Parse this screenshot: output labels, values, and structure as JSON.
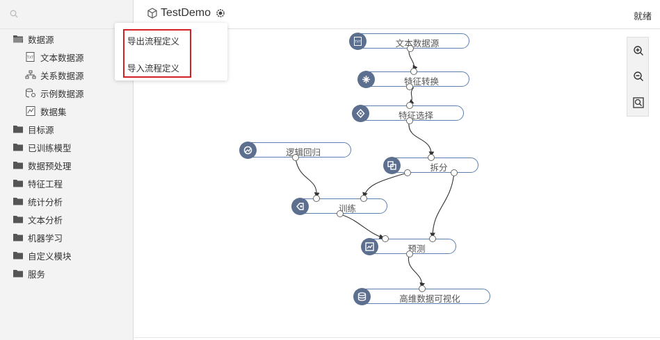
{
  "search": {
    "placeholder": "",
    "icon": "search-icon"
  },
  "sidebar": {
    "items": [
      {
        "label": "数据源",
        "icon": "folder-open-icon",
        "level": 0
      },
      {
        "label": "文本数据源",
        "icon": "txt-file-icon",
        "level": 1
      },
      {
        "label": "关系数据源",
        "icon": "relation-icon",
        "level": 1
      },
      {
        "label": "示例数据源",
        "icon": "sample-db-icon",
        "level": 1
      },
      {
        "label": "数据集",
        "icon": "chart-icon",
        "level": 1
      },
      {
        "label": "目标源",
        "icon": "folder-icon",
        "level": 0
      },
      {
        "label": "已训练模型",
        "icon": "folder-icon",
        "level": 0
      },
      {
        "label": "数据预处理",
        "icon": "folder-icon",
        "level": 0
      },
      {
        "label": "特征工程",
        "icon": "folder-icon",
        "level": 0
      },
      {
        "label": "统计分析",
        "icon": "folder-icon",
        "level": 0
      },
      {
        "label": "文本分析",
        "icon": "folder-icon",
        "level": 0
      },
      {
        "label": "机器学习",
        "icon": "folder-icon",
        "level": 0
      },
      {
        "label": "自定义模块",
        "icon": "folder-icon",
        "level": 0
      },
      {
        "label": "服务",
        "icon": "folder-icon",
        "level": 0
      }
    ]
  },
  "header": {
    "title": "TestDemo",
    "status": "就绪"
  },
  "dropdown": {
    "items": [
      "导出流程定义",
      "导入流程定义"
    ],
    "highlight_color": "#d31f26"
  },
  "flow": {
    "nodes": [
      {
        "id": "n1",
        "label": "文本数据源",
        "icon": "txt-file-icon"
      },
      {
        "id": "n2",
        "label": "特征转换",
        "icon": "transform-icon"
      },
      {
        "id": "n3",
        "label": "特征选择",
        "icon": "select-icon"
      },
      {
        "id": "n4",
        "label": "逻辑回归",
        "icon": "regression-icon"
      },
      {
        "id": "n5",
        "label": "拆分",
        "icon": "split-icon"
      },
      {
        "id": "n6",
        "label": "训练",
        "icon": "train-icon"
      },
      {
        "id": "n7",
        "label": "预测",
        "icon": "predict-icon"
      },
      {
        "id": "n8",
        "label": "高维数据可视化",
        "icon": "visualize-icon"
      }
    ]
  },
  "zoom": {
    "buttons": [
      "zoom-in-icon",
      "zoom-out-icon",
      "zoom-fit-icon"
    ]
  },
  "colors": {
    "node_border": "#5b7fae",
    "node_icon_bg": "#5d6f8e",
    "edge": "#333333"
  }
}
